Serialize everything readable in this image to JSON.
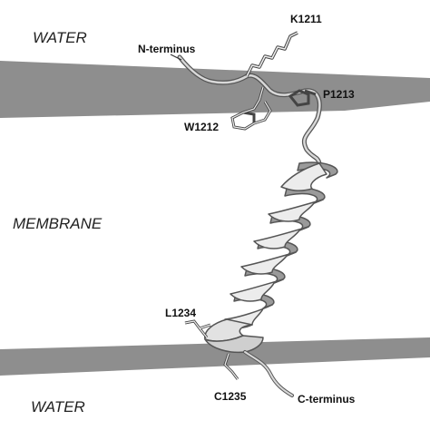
{
  "regions": {
    "water_top": "WATER",
    "membrane": "MEMBRANE",
    "water_bottom": "WATER"
  },
  "labels": {
    "n_terminus": "N-terminus",
    "k1211": "K1211",
    "p1213": "P1213",
    "w1212": "W1212",
    "l1234": "L1234",
    "c1235": "C1235",
    "c_terminus": "C-terminus"
  },
  "colors": {
    "membrane_plane": "#8e8e8e",
    "helix": "#e6e6e6",
    "helix_outline": "#555555",
    "text": "#111111"
  }
}
